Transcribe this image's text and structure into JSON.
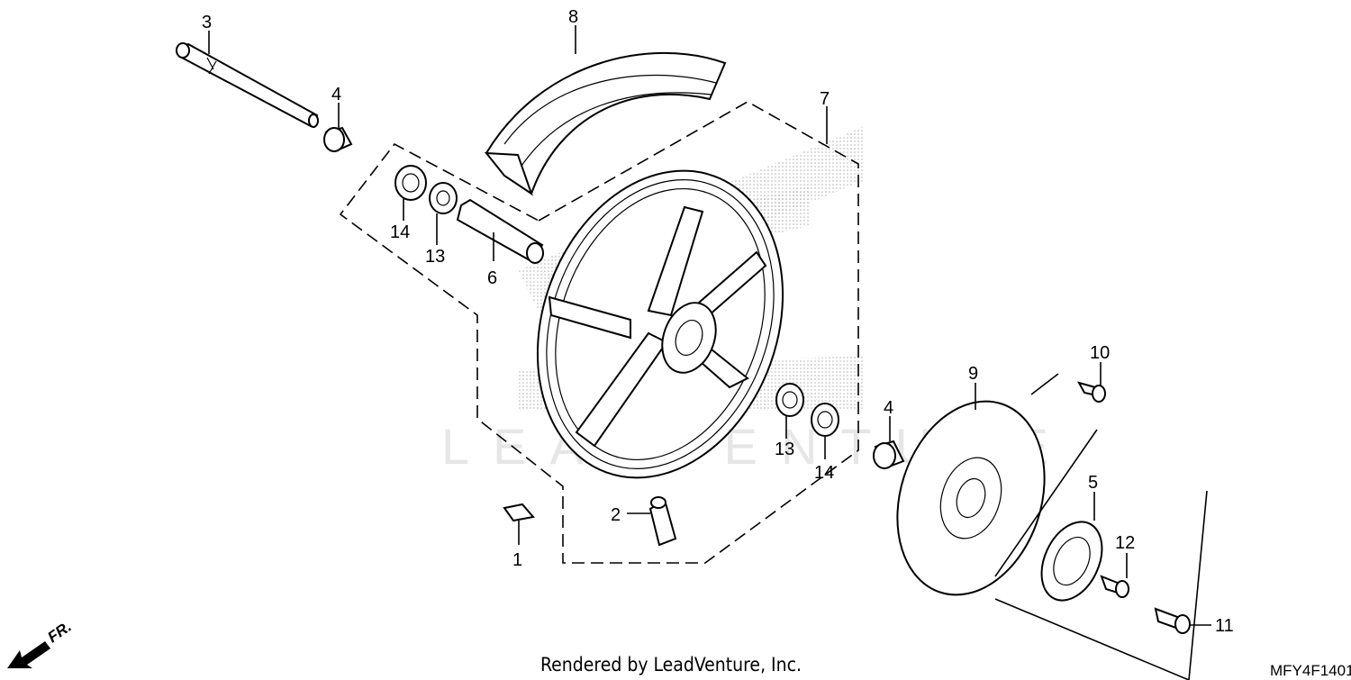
{
  "watermark": "LEADVENTURE",
  "callouts": [
    {
      "id": "c3",
      "label": "3"
    },
    {
      "id": "c4a",
      "label": "4"
    },
    {
      "id": "c8",
      "label": "8"
    },
    {
      "id": "c7",
      "label": "7"
    },
    {
      "id": "c14a",
      "label": "14"
    },
    {
      "id": "c13a",
      "label": "13"
    },
    {
      "id": "c6",
      "label": "6"
    },
    {
      "id": "c13b",
      "label": "13"
    },
    {
      "id": "c14b",
      "label": "14"
    },
    {
      "id": "c4b",
      "label": "4"
    },
    {
      "id": "c10",
      "label": "10"
    },
    {
      "id": "c9",
      "label": "9"
    },
    {
      "id": "c5",
      "label": "5"
    },
    {
      "id": "c12",
      "label": "12"
    },
    {
      "id": "c11",
      "label": "11"
    },
    {
      "id": "c2",
      "label": "2"
    },
    {
      "id": "c1",
      "label": "1"
    }
  ],
  "direction_label": "FR.",
  "footer_text": "Rendered by LeadVenture, Inc.",
  "diagram_code": "MFY4F1401",
  "icons": {
    "front_arrow": "arrow-down-left-icon"
  }
}
